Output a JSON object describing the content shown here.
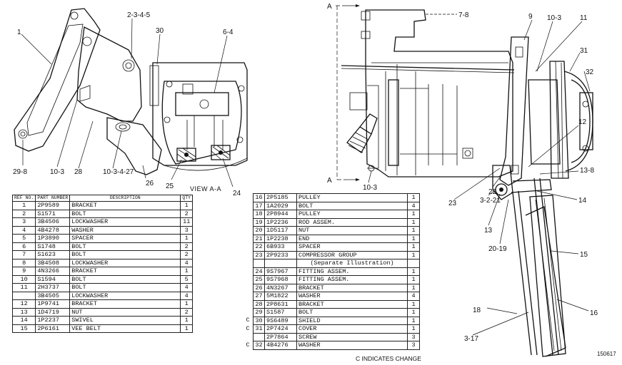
{
  "callouts": {
    "c1": "1",
    "c2345": "2-3-4-5",
    "c30": "30",
    "c64": "6-4",
    "c298": "29-8",
    "c103a": "10-3",
    "c28": "28",
    "c103427": "10-3-4-27",
    "c26": "26",
    "c25": "25",
    "c24": "24",
    "c78": "7-8",
    "c9": "9",
    "c103b": "10-3",
    "c11": "11",
    "c31": "31",
    "c32": "32",
    "c12": "12",
    "c138": "13-8",
    "c14": "14",
    "c103c": "10-3",
    "c22": "22",
    "c3221": "3-2-21",
    "c23": "23",
    "c13": "13",
    "c2019": "20-19",
    "c15": "15",
    "c16": "16",
    "c18": "18",
    "c317": "3-17",
    "sectA_top": "A",
    "sectA_bot": "A"
  },
  "view_label": "VIEW A-A",
  "table_left": {
    "headers": {
      "no": "REF NO.",
      "part": "PART NUMBER",
      "desc": "DESCRIPTION",
      "qty": "QTY"
    },
    "rows": [
      {
        "no": "1",
        "part": "2P9589",
        "desc": "BRACKET",
        "qty": "1"
      },
      {
        "no": "2",
        "part": "S1571",
        "desc": "BOLT",
        "qty": "2"
      },
      {
        "no": "3",
        "part": "3B4506",
        "desc": "LOCKWASHER",
        "qty": "11"
      },
      {
        "no": "4",
        "part": "4B4278",
        "desc": "WASHER",
        "qty": "3"
      },
      {
        "no": "5",
        "part": "1P3890",
        "desc": "SPACER",
        "qty": "1"
      },
      {
        "no": "6",
        "part": "S1748",
        "desc": "BOLT",
        "qty": "2"
      },
      {
        "no": "7",
        "part": "S1623",
        "desc": "BOLT",
        "qty": "2"
      },
      {
        "no": "8",
        "part": "3B4508",
        "desc": "LOCKWASHER",
        "qty": "4"
      },
      {
        "no": "9",
        "part": "4N3266",
        "desc": "BRACKET",
        "qty": "1"
      },
      {
        "no": "10",
        "part": "S1594",
        "desc": "BOLT",
        "qty": "5"
      },
      {
        "no": "11",
        "part": "2H3737",
        "desc": "BOLT",
        "qty": "4"
      },
      {
        "no": "",
        "part": "3B4505",
        "desc": "LOCKWASHER",
        "qty": "4"
      },
      {
        "no": "12",
        "part": "1P9741",
        "desc": "BRACKET",
        "qty": "1"
      },
      {
        "no": "13",
        "part": "1D4719",
        "desc": "NUT",
        "qty": "2"
      },
      {
        "no": "14",
        "part": "1P2237",
        "desc": "SWIVEL",
        "qty": "1"
      },
      {
        "no": "15",
        "part": "2P6161",
        "desc": "VEE BELT",
        "qty": "1"
      }
    ]
  },
  "table_right": {
    "rows": [
      {
        "mark": "",
        "no": "16",
        "part": "2P5185",
        "desc": "PULLEY",
        "qty": "1"
      },
      {
        "mark": "",
        "no": "17",
        "part": "1A2029",
        "desc": "BOLT",
        "qty": "4"
      },
      {
        "mark": "",
        "no": "18",
        "part": "2P8944",
        "desc": "PULLEY",
        "qty": "1"
      },
      {
        "mark": "",
        "no": "19",
        "part": "1P2236",
        "desc": "ROD ASSEM.",
        "qty": "1"
      },
      {
        "mark": "",
        "no": "20",
        "part": "1D5117",
        "desc": "NUT",
        "qty": "1"
      },
      {
        "mark": "",
        "no": "21",
        "part": "1P2238",
        "desc": "END",
        "qty": "1"
      },
      {
        "mark": "",
        "no": "22",
        "part": "6B933",
        "desc": "SPACER",
        "qty": "1"
      },
      {
        "mark": "",
        "no": "23",
        "part": "2P9233",
        "desc": "COMPRESSOR GROUP",
        "qty": "1"
      },
      {
        "mark": "",
        "no": "",
        "part": "",
        "desc": "(Separate Illustration)",
        "qty": ""
      },
      {
        "mark": "",
        "no": "24",
        "part": "9S7967",
        "desc": "FITTING ASSEM.",
        "qty": "1"
      },
      {
        "mark": "",
        "no": "25",
        "part": "9S7968",
        "desc": "FITTING ASSEM.",
        "qty": "1"
      },
      {
        "mark": "",
        "no": "26",
        "part": "4N3267",
        "desc": "BRACKET",
        "qty": "1"
      },
      {
        "mark": "",
        "no": "27",
        "part": "5M1822",
        "desc": "WASHER",
        "qty": "4"
      },
      {
        "mark": "",
        "no": "28",
        "part": "2P8631",
        "desc": "BRACKET",
        "qty": "1"
      },
      {
        "mark": "",
        "no": "29",
        "part": "S1587",
        "desc": "BOLT",
        "qty": "1"
      },
      {
        "mark": "C",
        "no": "30",
        "part": "9S6489",
        "desc": "SHIELD",
        "qty": "1"
      },
      {
        "mark": "C",
        "no": "31",
        "part": "2P7424",
        "desc": "COVER",
        "qty": "1"
      },
      {
        "mark": "",
        "no": "",
        "part": "2P7864",
        "desc": "SCREW",
        "qty": "3"
      },
      {
        "mark": "C",
        "no": "32",
        "part": "4B4276",
        "desc": "WASHER",
        "qty": "3"
      }
    ]
  },
  "footnote": "C INDICATES CHANGE",
  "figure_id": "150617"
}
